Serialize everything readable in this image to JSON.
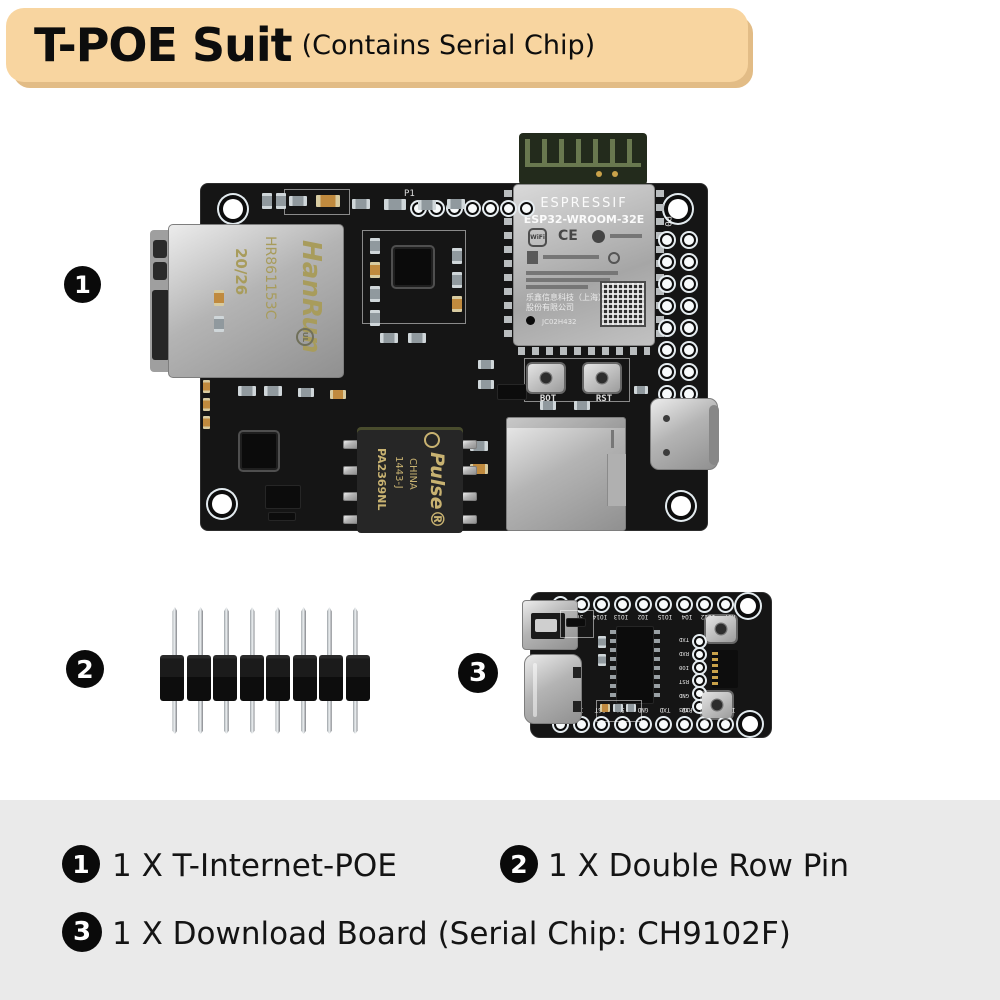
{
  "banner": {
    "title": "T-POE Suit",
    "subtitle": "(Contains Serial Chip)"
  },
  "board": {
    "badge": "1",
    "silkscreen": {
      "p1": "P1",
      "p0": "P0",
      "boot": "BOT",
      "reset": "RST"
    },
    "ethernet_jack": {
      "brand": "HanRun",
      "part": "HR861153C",
      "rating": "20/26",
      "cert": "UL"
    },
    "esp32": {
      "brand": "ESPRESSIF",
      "model": "ESP32-WROOM-32E",
      "wifi_mark": "WiFi",
      "ce_mark": "CE",
      "company_cn_1": "乐鑫信息科技（上海）",
      "company_cn_2": "股份有限公司",
      "lot_code": "JC02H432"
    },
    "transformer": {
      "brand": "Pulse®",
      "part": "PA2369NL",
      "date_code": "1443-J",
      "origin": "CHINA"
    }
  },
  "pin_header": {
    "badge": "2",
    "pins": 8
  },
  "download_board": {
    "badge": "3",
    "top_labels": [
      "GND",
      "3V3",
      "IO14",
      "IO13",
      "IO2",
      "IO15",
      "IO4",
      "IO12",
      "RST"
    ],
    "bottom_labels": [
      "DTR",
      "IO0",
      "RST",
      "5V",
      "GND",
      "TXD",
      "RXD",
      "3V3",
      "IO0"
    ],
    "header_labels": [
      "TXD",
      "RXD",
      "IO0",
      "RST",
      "GND",
      "3V3"
    ]
  },
  "legend": {
    "entries": [
      {
        "badge": "1",
        "text": "1 X T-Internet-POE"
      },
      {
        "badge": "2",
        "text": "1 X Double Row Pin"
      },
      {
        "badge": "3",
        "text": "1 X Download Board (Serial Chip: CH9102F)"
      }
    ]
  },
  "colors": {
    "banner_bg": "#f8d5a0",
    "banner_shadow": "#e2bc86",
    "legend_bg": "#eaeaea",
    "pcb_black": "#151515",
    "badge_black": "#0a0a0a",
    "gold_silkscreen": "#c8b271",
    "jack_print": "#a89c5c"
  }
}
